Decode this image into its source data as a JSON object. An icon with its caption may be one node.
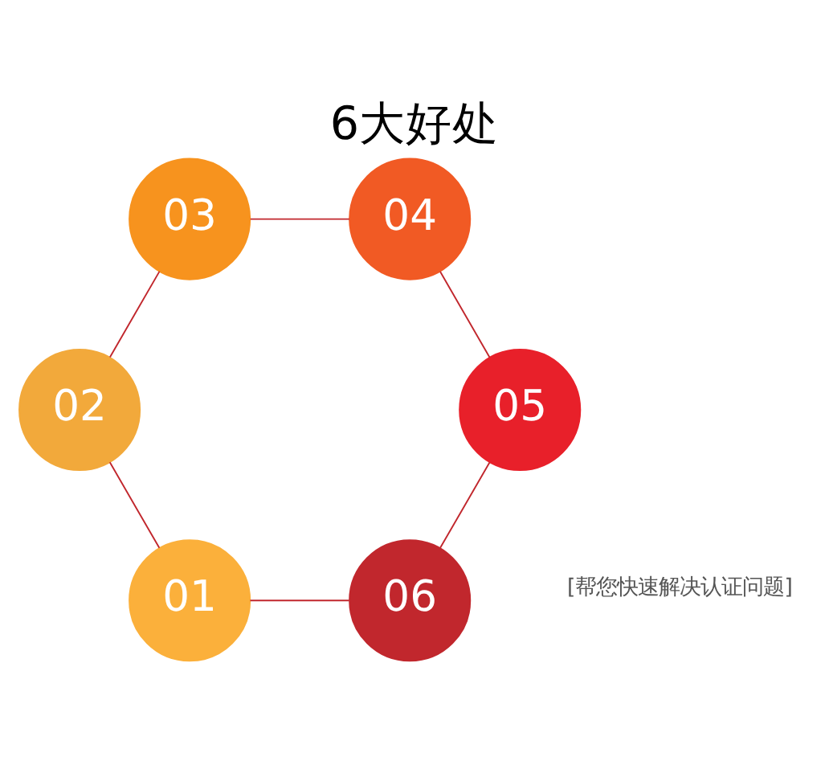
{
  "diagram": {
    "title": "6大好处",
    "nodes": [
      {
        "text": [
          "06"
        ]
      },
      {
        "text": [
          "01"
        ]
      },
      {
        "text": [
          "05"
        ]
      },
      {
        "text": [
          "02"
        ]
      },
      {
        "text": [
          "04"
        ]
      },
      {
        "text": [
          "03"
        ]
      }
    ],
    "edges": [
      {
        "from": 1,
        "to": 3,
        "arrow": "none"
      },
      {
        "from": 3,
        "to": 5,
        "arrow": "none"
      },
      {
        "from": 5,
        "to": 4,
        "arrow": "none"
      },
      {
        "from": 4,
        "to": 2,
        "arrow": "none"
      },
      {
        "from": 2,
        "to": 0,
        "arrow": "none"
      },
      {
        "from": 0,
        "to": 1,
        "arrow": "none"
      }
    ],
    "labels": [
      "[帮您快速解决认证问题]"
    ]
  }
}
